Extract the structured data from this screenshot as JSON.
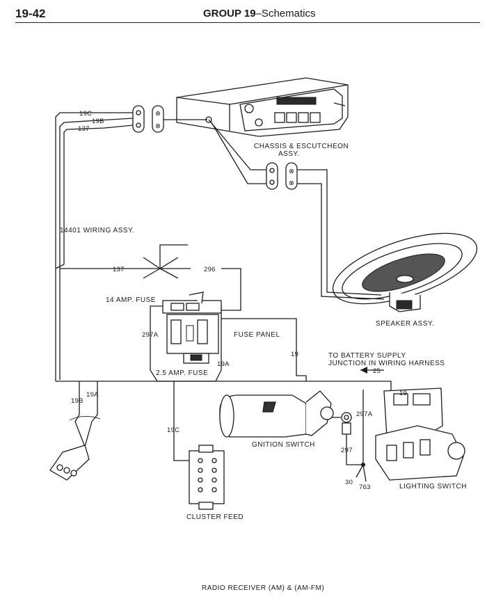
{
  "header": {
    "page_number": "19-42",
    "group": "GROUP 19",
    "subtitle": "–Schematics"
  },
  "components": {
    "chassis": "CHASSIS & ESCUTCHEON",
    "chassis_2": "ASSY.",
    "speaker": "SPEAKER ASSY.",
    "wiring_assy": "14401 WIRING ASSY.",
    "fuse_14": "14 AMP. FUSE",
    "fuse_panel": "FUSE PANEL",
    "fuse_2_5": "2.5 AMP. FUSE",
    "battery_1": "TO BATTERY SUPPLY",
    "battery_2": "JUNCTION IN WIRING HARNESS",
    "ignition": "GNITION SWITCH",
    "lighting": "LIGHTING SWITCH",
    "cluster": "CLUSTER FEED"
  },
  "wires": {
    "w19c_top": "19C",
    "w19b_top": "19B",
    "w137_top": "137",
    "w137_mid": "137",
    "w296": "296",
    "w297a_fuse": "297A",
    "w19a_fuse": "19A",
    "w19_right": "19",
    "w25": "25",
    "w19_light": "19",
    "w297a_ign": "297A",
    "w297": "297",
    "w30": "30",
    "w763": "763",
    "w19c_cluster": "19C",
    "w19a_left": "19A",
    "w19b_left": "19B"
  },
  "footer": {
    "caption": "RADIO RECEIVER (AM) & (AM-FM)"
  }
}
